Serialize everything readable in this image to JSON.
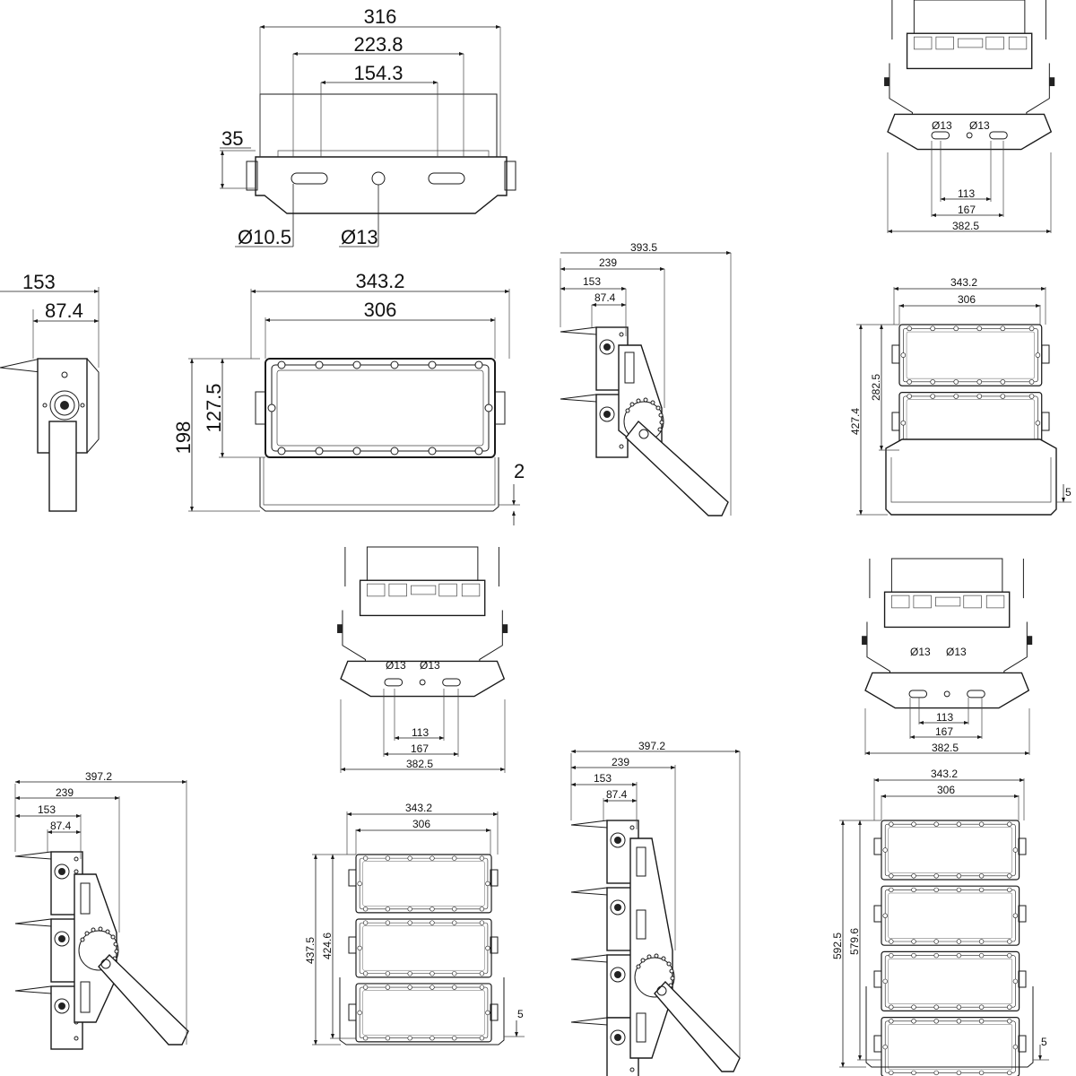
{
  "views": {
    "top_single": {
      "w316": "316",
      "w223": "223.8",
      "w154": "154.3",
      "h35": "35",
      "d105": "Ø10.5",
      "d13": "Ø13"
    },
    "side_single": {
      "w153": "153",
      "w87": "87.4"
    },
    "front_single": {
      "w343": "343.2",
      "w306": "306",
      "h198": "198",
      "h127": "127.5",
      "t2": "2"
    },
    "side_double": {
      "w393": "393.5",
      "w239": "239",
      "w153": "153",
      "w87": "87.4"
    },
    "front_double": {
      "w343": "343.2",
      "w306": "306",
      "h427": "427.4",
      "h282": "282.5",
      "t5": "5"
    },
    "bracket_a": {
      "d1": "Ø13",
      "d2": "Ø13",
      "w113": "113",
      "w167": "167",
      "w382": "382.5"
    },
    "bracket_b": {
      "d1": "Ø13",
      "d2": "Ø13",
      "w113": "113",
      "w167": "167",
      "w382": "382.5"
    },
    "bracket_c": {
      "d1": "Ø13",
      "d2": "Ø13",
      "w113": "113",
      "w167": "167",
      "w382": "382.5"
    },
    "side_triple": {
      "w397": "397.2",
      "w239": "239",
      "w153": "153",
      "w87": "87.4"
    },
    "front_triple": {
      "w343": "343.2",
      "w306": "306",
      "h437": "437.5",
      "h424": "424.6",
      "t5": "5"
    },
    "side_quad": {
      "w397": "397.2",
      "w239": "239",
      "w153": "153",
      "w87": "87.4"
    },
    "front_quad": {
      "w343": "343.2",
      "w306": "306",
      "h592": "592.5",
      "h579": "579.6",
      "t5": "5"
    }
  }
}
